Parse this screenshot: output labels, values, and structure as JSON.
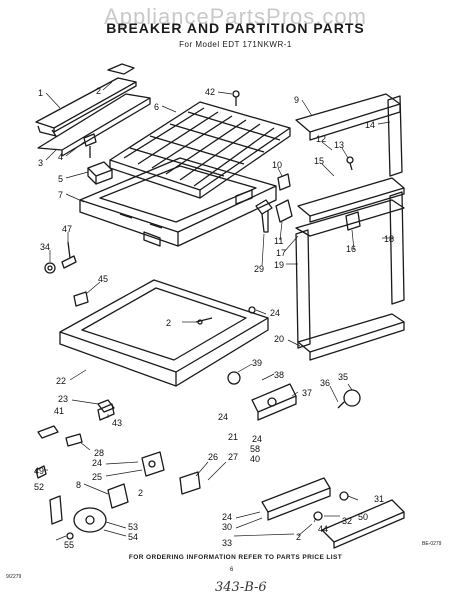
{
  "watermark": "AppliancePartsPros.com",
  "title": "BREAKER AND PARTITION PARTS",
  "model_line": "For Model EDT 171NKWR-1",
  "footer": "FOR ORDERING INFORMATION REFER TO PARTS PRICE LIST",
  "doc_id": "BE-0279",
  "bottom_left_code": "9/2279",
  "page_number": "6",
  "handwritten_note": "343-B-6",
  "callouts": [
    {
      "id": "c1",
      "text": "1"
    },
    {
      "id": "c2a",
      "text": "2"
    },
    {
      "id": "c3",
      "text": "3"
    },
    {
      "id": "c4",
      "text": "4"
    },
    {
      "id": "c5",
      "text": "5"
    },
    {
      "id": "c6",
      "text": "6"
    },
    {
      "id": "c7",
      "text": "7"
    },
    {
      "id": "c42",
      "text": "42"
    },
    {
      "id": "c9",
      "text": "9"
    },
    {
      "id": "c12",
      "text": "12"
    },
    {
      "id": "c14",
      "text": "14"
    },
    {
      "id": "c13",
      "text": "13"
    },
    {
      "id": "c15",
      "text": "15"
    },
    {
      "id": "c10",
      "text": "10"
    },
    {
      "id": "c11",
      "text": "11"
    },
    {
      "id": "c17",
      "text": "17"
    },
    {
      "id": "c16",
      "text": "16"
    },
    {
      "id": "c18",
      "text": "18"
    },
    {
      "id": "c19",
      "text": "19"
    },
    {
      "id": "c29",
      "text": "29"
    },
    {
      "id": "c34",
      "text": "34"
    },
    {
      "id": "c47",
      "text": "47"
    },
    {
      "id": "c45",
      "text": "45"
    },
    {
      "id": "c2b",
      "text": "2"
    },
    {
      "id": "c24a",
      "text": "24"
    },
    {
      "id": "c20",
      "text": "20"
    },
    {
      "id": "c22",
      "text": "22"
    },
    {
      "id": "c39",
      "text": "39"
    },
    {
      "id": "c38",
      "text": "38"
    },
    {
      "id": "c35",
      "text": "35"
    },
    {
      "id": "c36",
      "text": "36"
    },
    {
      "id": "c37",
      "text": "37"
    },
    {
      "id": "c23",
      "text": "23"
    },
    {
      "id": "c41",
      "text": "41"
    },
    {
      "id": "c43",
      "text": "43"
    },
    {
      "id": "c24b",
      "text": "24"
    },
    {
      "id": "c21",
      "text": "21"
    },
    {
      "id": "c24c",
      "text": "24"
    },
    {
      "id": "c58",
      "text": "58"
    },
    {
      "id": "c40",
      "text": "40"
    },
    {
      "id": "c28",
      "text": "28"
    },
    {
      "id": "c49",
      "text": "49"
    },
    {
      "id": "c24d",
      "text": "24"
    },
    {
      "id": "c25",
      "text": "25"
    },
    {
      "id": "c26",
      "text": "26"
    },
    {
      "id": "c27",
      "text": "27"
    },
    {
      "id": "c52",
      "text": "52"
    },
    {
      "id": "c8",
      "text": "8"
    },
    {
      "id": "c2c",
      "text": "2"
    },
    {
      "id": "c53",
      "text": "53"
    },
    {
      "id": "c54",
      "text": "54"
    },
    {
      "id": "c55",
      "text": "55"
    },
    {
      "id": "c31",
      "text": "31"
    },
    {
      "id": "c50",
      "text": "50"
    },
    {
      "id": "c24e",
      "text": "24"
    },
    {
      "id": "c30",
      "text": "30"
    },
    {
      "id": "c32",
      "text": "32"
    },
    {
      "id": "c44",
      "text": "44"
    },
    {
      "id": "c2d",
      "text": "2"
    },
    {
      "id": "c33",
      "text": "33"
    }
  ]
}
